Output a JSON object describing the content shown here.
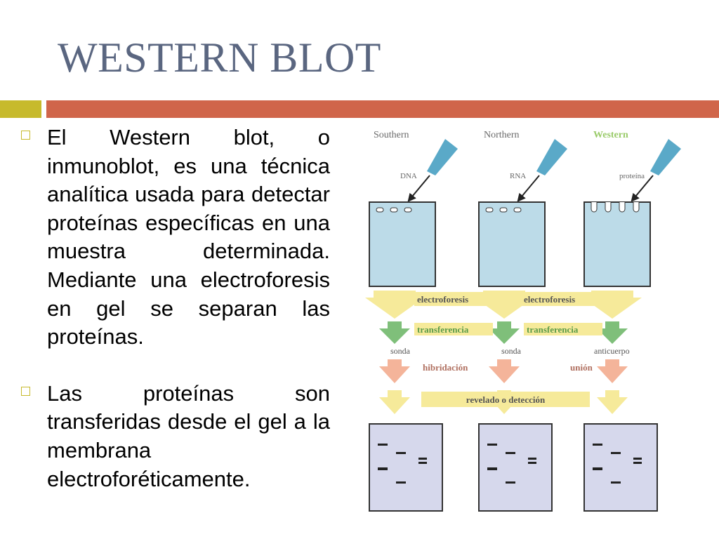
{
  "slide": {
    "title": "WESTERN BLOT",
    "bullets": [
      "El Western blot, o inmunoblot, es una técnica analítica usada para detectar proteínas específicas en una muestra determinada. Mediante una electroforesis en gel se separan las proteínas.",
      "Las proteínas son transferidas desde el gel a la membrana electroforéticamente."
    ]
  },
  "diagram": {
    "columns": [
      "Southern",
      "Northern",
      "Western"
    ],
    "samples": [
      "DNA",
      "RNA",
      "proteína"
    ],
    "step_electroforesis": "electroforesis",
    "step_transferencia": "transferencia",
    "probes": [
      "sonda",
      "sonda",
      "anticuerpo"
    ],
    "step_hibridacion": "hibridación",
    "step_union": "unión",
    "step_revelado": "revelado o detección",
    "colors": {
      "title": "#5a6680",
      "olive_bar": "#c7ba2c",
      "rust_bar": "#d0654a",
      "gel": "#bcdbe8",
      "membrane": "#d6d8ec",
      "arrow_yellow": "#f6ea9a",
      "arrow_green": "#7fbf7a",
      "arrow_salmon": "#f4b49a",
      "label_green": "#9acb6a"
    }
  }
}
